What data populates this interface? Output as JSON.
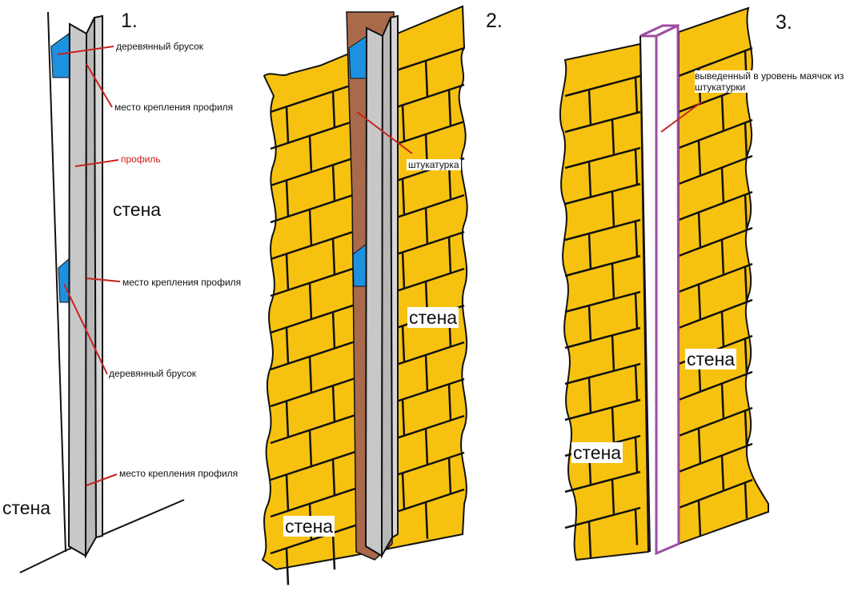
{
  "panels": [
    {
      "number": "1.",
      "labels": {
        "wood_bar_top": "деревянный брусок",
        "mount_1": "место крепления профиля",
        "profile": "профиль",
        "wall_center": "стена",
        "mount_2": "место крепления профиля",
        "wood_bar_bottom": "деревянный брусок",
        "mount_3": "место крепления профиля",
        "wall_bottom": "стена"
      }
    },
    {
      "number": "2.",
      "labels": {
        "plaster": "штукатурка",
        "wall_right": "стена",
        "wall_bottom": "стена"
      }
    },
    {
      "number": "3.",
      "labels": {
        "beacon": "выведенный в уровень маячок из штукатурки",
        "wall_right": "стена",
        "wall_left": "стена"
      }
    }
  ],
  "colors": {
    "brick": "#f7c20f",
    "mortar": "#111111",
    "profile": "#c8c8c8",
    "wood_block": "#1e90e0",
    "plaster": "#a86a4a",
    "beacon_outline": "#9b4fa0",
    "leader": "#c8231f"
  }
}
